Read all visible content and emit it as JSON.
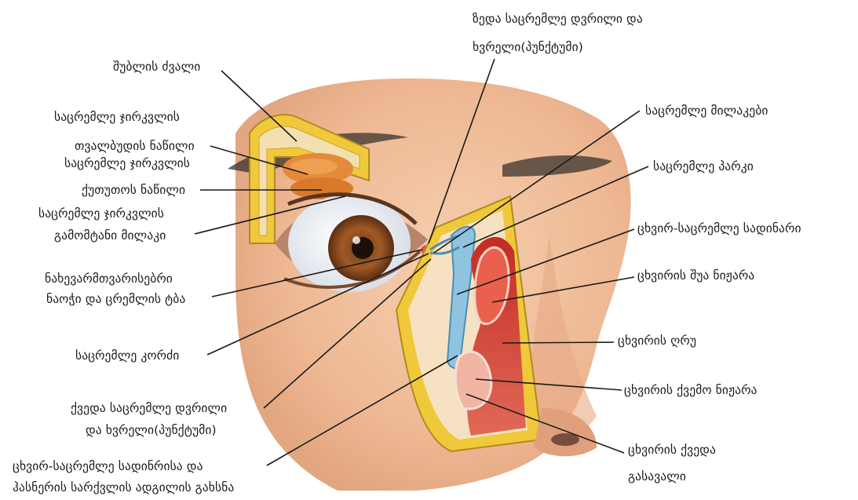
{
  "labels": {
    "l01": "ზედა საცრემლე დვრილი და",
    "l02": "ხვრელი(პუნქტუმი)",
    "l03": "შუბლის ძვალი",
    "l04": "საცრემლე ჯირკვლის",
    "l05": "თვალბუდის ნაწილი",
    "l06": "საცრემლე ჯირკვლის",
    "l07": "ქუთუთოს ნაწილი",
    "l08": "საცრემლე ჯირკვლის",
    "l09": "გამომტანი მილაკი",
    "l10": "ნახევარმთვარისებრი",
    "l11": "ნაოჭი და ცრემლის ტბა",
    "l12": "საცრემლე კორძი",
    "l13": "ქვედა საცრემლე დვრილი",
    "l14": "და ხვრელი(პუნქტუმი)",
    "l15": "ცხვირ-საცრემლე სადინრისა და",
    "l16": "ჰასნერის სარქვლის ადგილის გახსნა",
    "l17": "საცრემლე მილაკები",
    "l18": "საცრემლე პარკი",
    "l19": "ცხვირ-საცრემლე სადინარი",
    "l20": "ცხვირის შუა ნიჟარა",
    "l21": "ცხვირის ღრუ",
    "l22": "ცხვირის ქვემო ნიჟარა",
    "l23": "ცხვირის ქვედა",
    "l24": "გასავალი"
  }
}
